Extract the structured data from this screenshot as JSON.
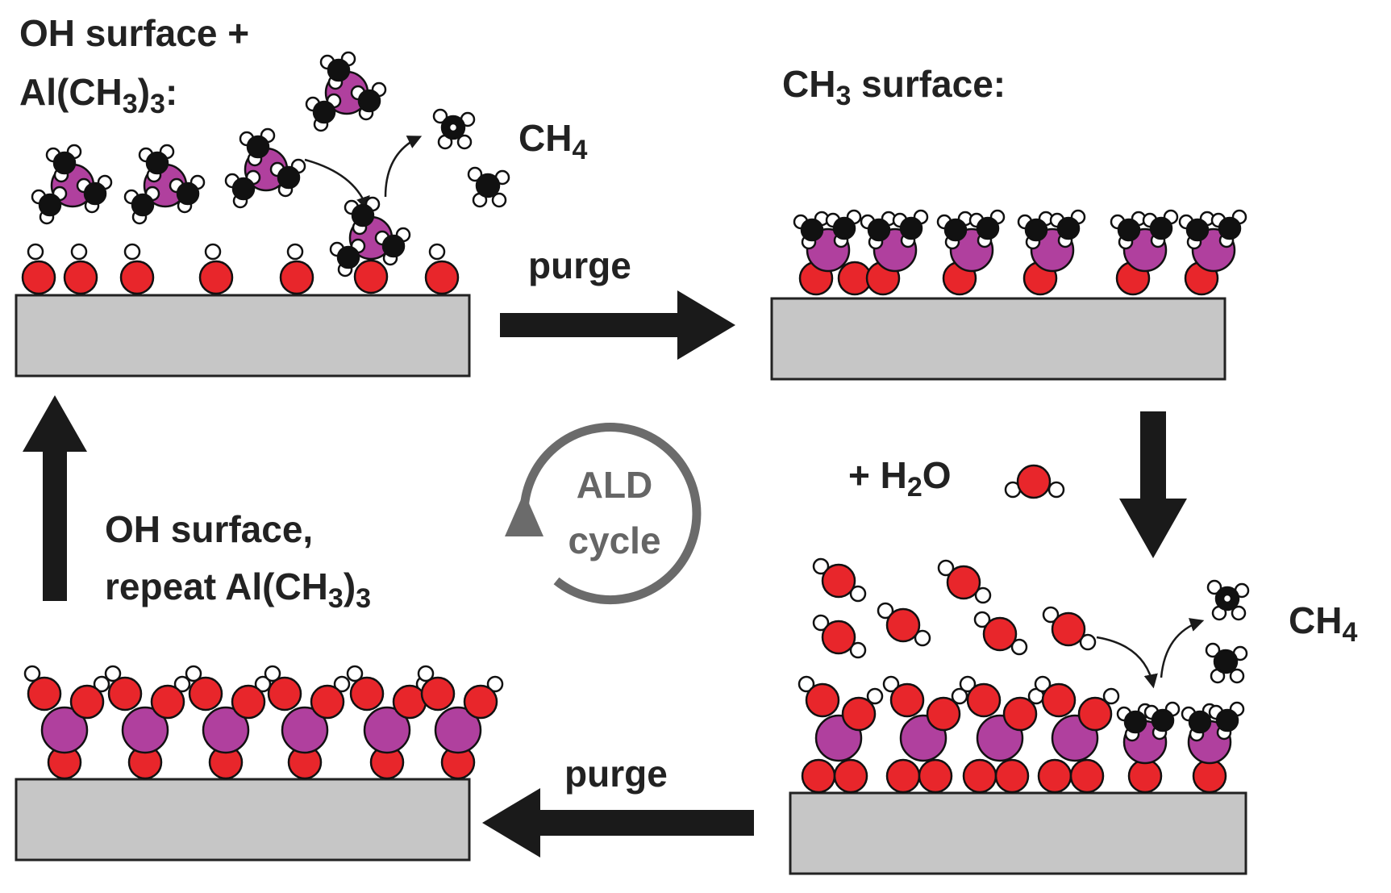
{
  "labels": {
    "step1_line1": "OH surface +",
    "step1_line2_prefix": "Al(CH",
    "step1_line2_sub1": "3",
    "step1_line2_mid": ")",
    "step1_line2_sub2": "3",
    "step1_line2_suffix": ":",
    "ch4_top_main": "CH",
    "ch4_top_sub": "4",
    "step2_main": "CH",
    "step2_sub": "3",
    "step2_suffix": " surface:",
    "purge_top": "purge",
    "h2o_prefix": "+ H",
    "h2o_sub": "2",
    "h2o_suffix": "O",
    "ch4_bottom_main": "CH",
    "ch4_bottom_sub": "4",
    "step4_line1": "OH surface,",
    "step4_line2_prefix": "repeat Al(CH",
    "step4_line2_sub1": "3",
    "step4_line2_mid": ")",
    "step4_line2_sub2": "3",
    "purge_bottom": "purge",
    "cycle_line1": "ALD",
    "cycle_line2": "cycle"
  },
  "colors": {
    "oxygen": "#e8262b",
    "aluminum": "#b0409e",
    "carbon": "#111111",
    "hydrogen": "#ffffff",
    "substrate": "#c6c6c6",
    "arrow": "#1a1a1a",
    "cycle": "#6b6b6b"
  }
}
